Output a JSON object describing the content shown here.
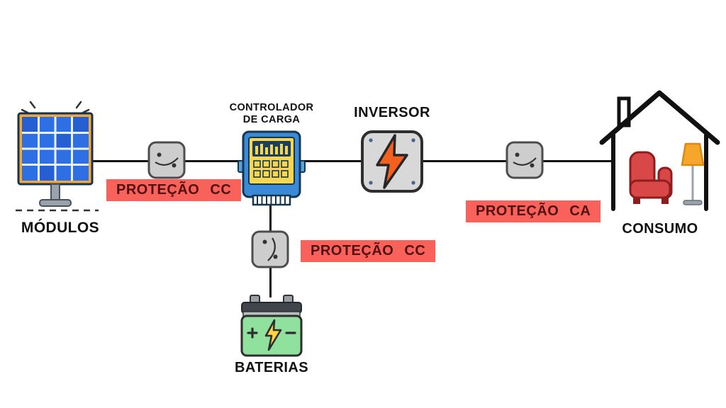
{
  "diagram": {
    "labels": {
      "modules": "MÓDULOS",
      "charge_controller": "CONTROLADOR DE CARGA",
      "inverter": "INVERSOR",
      "consumption": "CONSUMO",
      "batteries": "BATERIAS",
      "protection_dc_1": "PROTEÇÃO CC",
      "protection_dc_2": "PROTEÇÃO CC",
      "protection_ac": "PROTEÇÃO CA"
    },
    "colors": {
      "background": "#ffffff",
      "wire": "#121212",
      "label_text": "#111111",
      "protection_badge_bg": "#f8625a",
      "protection_badge_text": "#521010",
      "panel_cell_blue": "#2f6fe4",
      "panel_frame_orange": "#f2a93b",
      "breaker_gray": "#cdcdcd",
      "controller_blue": "#3a8ad8",
      "controller_face_yellow": "#f9d64f",
      "inverter_gray": "#d8d8d8",
      "bolt_orange": "#f4611e",
      "battery_green": "#90e09e",
      "bolt_yellow": "#ffd23f",
      "armchair_red": "#d94848",
      "lamp_orange": "#f6a72b"
    }
  }
}
